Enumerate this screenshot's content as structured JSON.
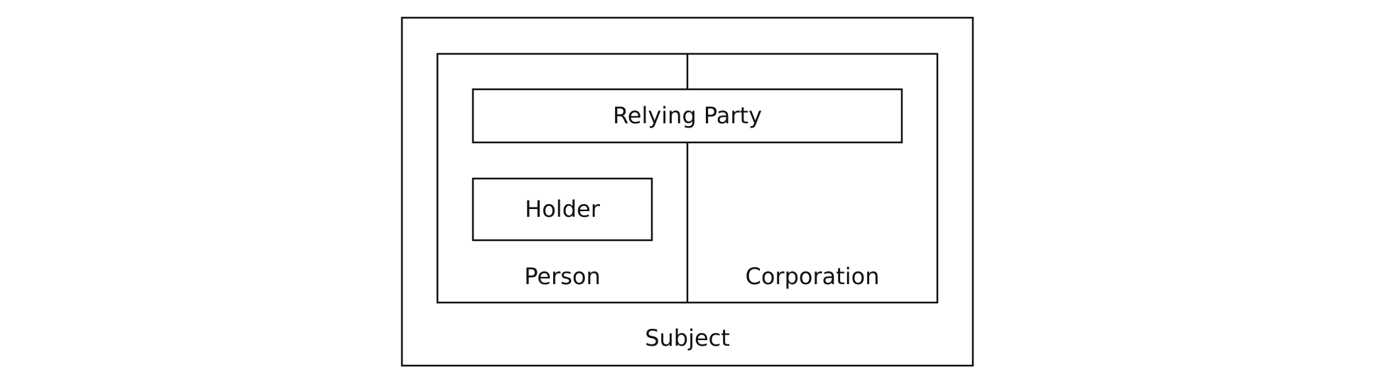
{
  "diagram": {
    "subject": {
      "label": "Subject"
    },
    "person": {
      "label": "Person"
    },
    "corporation": {
      "label": "Corporation"
    },
    "relying_party": {
      "label": "Relying Party"
    },
    "holder": {
      "label": "Holder"
    }
  },
  "colors": {
    "stroke": "#111111",
    "background": "#ffffff",
    "text": "#111111"
  }
}
